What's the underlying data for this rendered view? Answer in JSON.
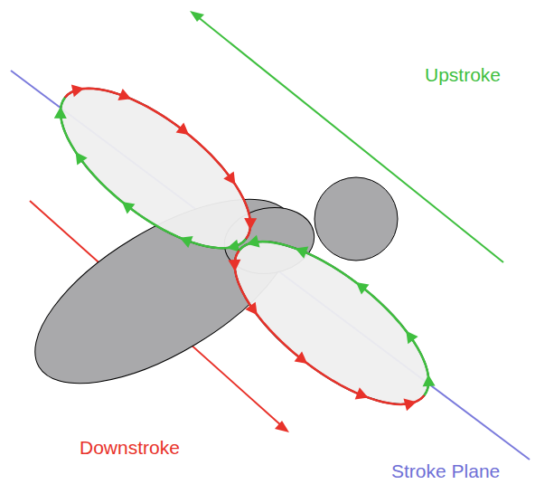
{
  "diagram": {
    "labels": [
      "Upstroke",
      "Downstroke",
      "Stroke Plane"
    ]
  }
}
